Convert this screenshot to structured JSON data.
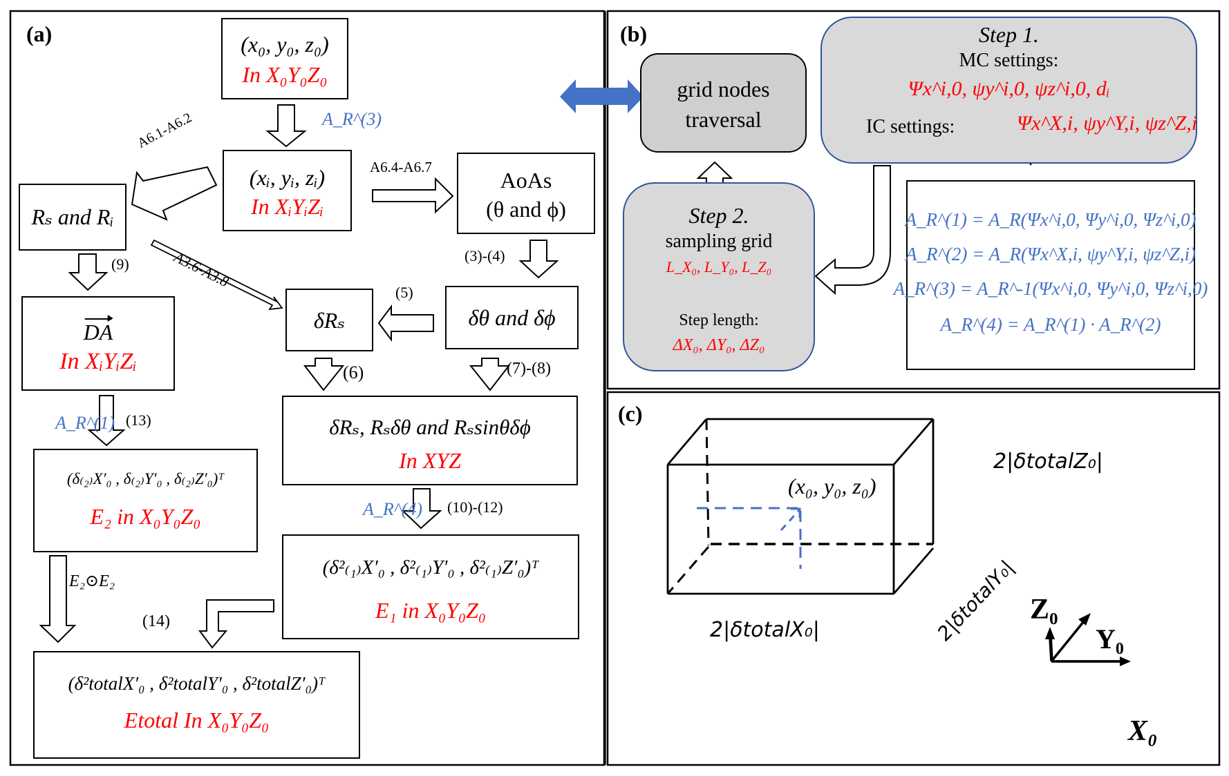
{
  "panel_a": {
    "label": "(a)",
    "nodes": {
      "origin": {
        "line1": "(x₀, y₀, z₀)",
        "line2": "In X₀Y₀Z₀"
      },
      "local": {
        "line1": "(xᵢ, yᵢ, zᵢ)",
        "line2": "In XᵢYᵢZᵢ"
      },
      "ranges": {
        "line1": "Rₛ and Rᵢ"
      },
      "aoas": {
        "line1": "AoAs",
        "line2": "(θ and ϕ)"
      },
      "dtheta": {
        "line1": "δθ and δϕ"
      },
      "drs": {
        "line1": "δRₛ"
      },
      "da": {
        "line1": "DA",
        "line2": "In XᵢYᵢZᵢ"
      },
      "xyz": {
        "line1": "δRₛ, Rₛδθ and Rₛsinθδϕ",
        "line2": "In XYZ"
      },
      "e2": {
        "line1": "(δ₍₂₎X′₀ , δ₍₂₎Y′₀ , δ₍₂₎Z′₀)ᵀ",
        "line2": "E₂ in X₀Y₀Z₀"
      },
      "e1": {
        "line1": "(δ²₍₁₎X′₀ , δ²₍₁₎Y′₀ , δ²₍₁₎Z′₀)ᵀ",
        "line2": "E₁ in X₀Y₀Z₀"
      },
      "etotal": {
        "line1": "(δ²totalX′₀ , δ²totalY′₀ , δ²totalZ′₀)ᵀ",
        "line2": "Etotal  In  X₀Y₀Z₀"
      }
    },
    "edge_labels": {
      "origin_to_local": "A_R^(3)",
      "local_to_ranges": "A6.1-A6.2",
      "local_to_aoas": "A6.4-A6.7",
      "ranges_to_drs": "A3.6-A3.8",
      "ranges_to_da": "(9)",
      "aoas_to_dtheta": "(3)-(4)",
      "dtheta_to_drs": "(5)",
      "drs_to_xyz": "(6)",
      "dtheta_to_xyz": "(7)-(8)",
      "xyz_to_e1_matrix": "A_R^(4)",
      "xyz_to_e1": "(10)-(12)",
      "da_to_e2_matrix": "A_R^(1)",
      "da_to_e2": "(13)",
      "e2_to_etotal": "E₂⊙E₂",
      "e1_to_etotal": "(14)"
    }
  },
  "panel_b": {
    "label": "(b)",
    "grid_nodes": {
      "line1": "grid nodes",
      "line2": "traversal"
    },
    "step1": {
      "title": "Step 1.",
      "mc_label": "MC settings:",
      "mc_values": "Ψx^i,0, ψy^i,0, ψz^i,0, dᵢ",
      "ic_label": "IC settings:",
      "ic_values": "Ψx^X,i, ψy^Y,i, ψz^Z,i"
    },
    "step2": {
      "title": "Step 2.",
      "grid_label": "sampling grid",
      "grid_values": "L_X₀, L_Y₀, L_Z₀",
      "step_label": "Step length:",
      "step_values": "ΔX₀, ΔY₀, ΔZ₀"
    },
    "matrices": [
      "A_R^(1) = A_R(Ψx^i,0, Ψy^i,0, Ψz^i,0)",
      "A_R^(2) = A_R(Ψx^X,i, ψy^Y,i, ψz^Z,i)",
      "A_R^(3) = A_R^-1(Ψx^i,0, Ψy^i,0, Ψz^i,0)",
      "A_R^(4) = A_R^(1) · A_R^(2)"
    ]
  },
  "panel_c": {
    "label": "(c)",
    "point_label": "(x₀, y₀, z₀)",
    "dim_x": "2|δtotalX₀|",
    "dim_y": "2|δtotalY₀|",
    "dim_z": "2|δtotalZ₀|",
    "axes": {
      "z": "Z₀",
      "y": "Y₀",
      "x": "X₀"
    }
  },
  "colors": {
    "red": "#ff0000",
    "blue": "#4472c4",
    "box_gray": "#d9d9d9",
    "node_gray": "#d0cece",
    "step_border": "#2f5597"
  }
}
